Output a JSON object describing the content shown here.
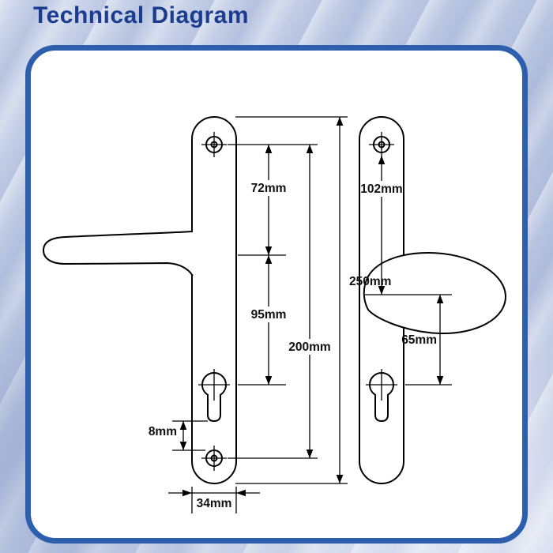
{
  "title": "Technical Diagram",
  "theme": {
    "background_tint": "#bfcae3",
    "title_color": "#1c3d8f",
    "panel_border": "#2e5fae",
    "panel_background": "#ffffff",
    "drawing_line_color": "#000000"
  },
  "diagram": {
    "labels": {
      "dim_72": "72mm",
      "dim_102": "102mm",
      "dim_250": "250mm",
      "dim_95": "95mm",
      "dim_200": "200mm",
      "dim_65": "65mm",
      "dim_8": "8mm",
      "dim_34": "34mm"
    }
  }
}
